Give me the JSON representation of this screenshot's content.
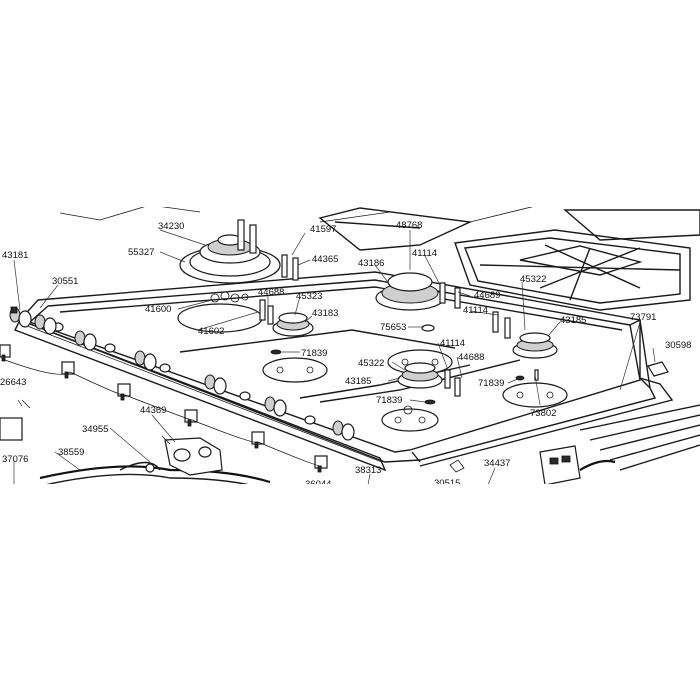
{
  "diagram": {
    "part_numbers": [
      "43181",
      "30551",
      "26643",
      "37076",
      "34955",
      "38559",
      "44369",
      "34230",
      "55327",
      "41597",
      "44365",
      "41600",
      "41602",
      "44688",
      "45323",
      "43183",
      "71839",
      "48768",
      "43186",
      "41114",
      "44689",
      "45322",
      "75653",
      "43185",
      "73791",
      "30598",
      "73802",
      "38313",
      "34437",
      "30515",
      "36044"
    ]
  }
}
